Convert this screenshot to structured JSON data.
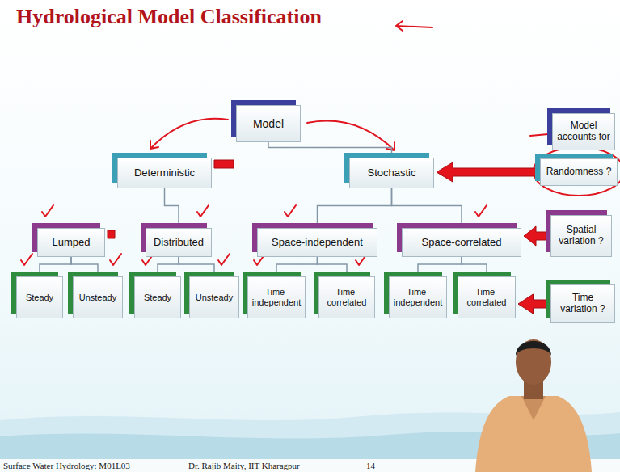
{
  "diagram": {
    "title": "Hydrological Model Classification",
    "nodes": [
      {
        "text": [
          "Model"
        ]
      },
      {
        "text": [
          "Deterministic"
        ]
      },
      {
        "text": [
          "Stochastic"
        ]
      },
      {
        "text": [
          "Lumped"
        ]
      },
      {
        "text": [
          "Distributed"
        ]
      },
      {
        "text": [
          "Space-independent"
        ]
      },
      {
        "text": [
          "Space-correlated"
        ]
      },
      {
        "text": [
          "Steady"
        ]
      },
      {
        "text": [
          "Unsteady"
        ]
      },
      {
        "text": [
          "Steady"
        ]
      },
      {
        "text": [
          "Unsteady"
        ]
      },
      {
        "text": [
          "Time-independent"
        ]
      },
      {
        "text": [
          "Time-correlated"
        ]
      },
      {
        "text": [
          "Time-independent"
        ]
      },
      {
        "text": [
          "Time-correlated"
        ]
      },
      {
        "text": [
          "Model accounts for"
        ]
      },
      {
        "text": [
          "Randomness ?"
        ]
      },
      {
        "text": [
          "Spatial variation ?"
        ]
      },
      {
        "text": [
          "Time variation ?"
        ]
      }
    ],
    "edges": [
      {
        "from": 0,
        "to": 1,
        "arrow": "none"
      },
      {
        "from": 0,
        "to": 2,
        "arrow": "none"
      },
      {
        "from": 1,
        "to": 3,
        "arrow": "none"
      },
      {
        "from": 1,
        "to": 4,
        "arrow": "none"
      },
      {
        "from": 2,
        "to": 5,
        "arrow": "none"
      },
      {
        "from": 2,
        "to": 6,
        "arrow": "none"
      },
      {
        "from": 3,
        "to": 7,
        "arrow": "none"
      },
      {
        "from": 3,
        "to": 8,
        "arrow": "none"
      },
      {
        "from": 4,
        "to": 9,
        "arrow": "none"
      },
      {
        "from": 4,
        "to": 10,
        "arrow": "none"
      },
      {
        "from": 5,
        "to": 11,
        "arrow": "none"
      },
      {
        "from": 5,
        "to": 12,
        "arrow": "none"
      },
      {
        "from": 6,
        "to": 13,
        "arrow": "none"
      },
      {
        "from": 6,
        "to": 14,
        "arrow": "none"
      },
      {
        "from": 16,
        "to": 2,
        "arrow": "to"
      },
      {
        "from": 17,
        "to": 6,
        "arrow": "to"
      },
      {
        "from": 18,
        "to": 14,
        "arrow": "to"
      }
    ],
    "labels": [
      "Surface Water Hydrology: M01L03",
      "Dr. Rajib Maity, IIT Kharagpur",
      "14"
    ]
  }
}
